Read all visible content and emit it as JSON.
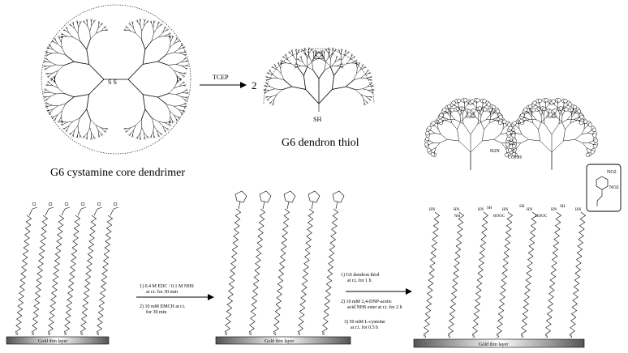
{
  "top": {
    "cystamine_label": "G6 cystamine core dendrimer",
    "ss_label": "S S",
    "reagent_label": "TCEP",
    "coefficient_label": "2",
    "sh_label": "SH",
    "thiol_label": "G6 dendron thiol"
  },
  "substrate": {
    "gold_label": "Gold thin layer",
    "thiol_atom": "S",
    "carboxyl_label": "COOH",
    "amide_label": "HN"
  },
  "step1": {
    "line1": "1) 0.4 M EDC / 0.1 M NHS",
    "line2": "at r.t. for 30 min",
    "line3": "2) 10 mM EMCH at r.t.",
    "line4": "for 30 min"
  },
  "step2": {
    "line1": "1) G6 dendron thiol",
    "line2": "at r.t. for 1 h",
    "line3": "2) 10 mM 2,4-DNP-acetic",
    "line4": "acid NHS ester at r.t. for 2 h",
    "line5": "3) 50 mM L-cysteine",
    "line6": "at r.t. for 0.5 h"
  },
  "final": {
    "h2n_label": "H2N",
    "cooh_label": "COOH",
    "hooc_label": "HOOC",
    "sh_label": "SH",
    "nh_label": "NH",
    "no2_a": "NO2",
    "no2_b": "NO2"
  }
}
